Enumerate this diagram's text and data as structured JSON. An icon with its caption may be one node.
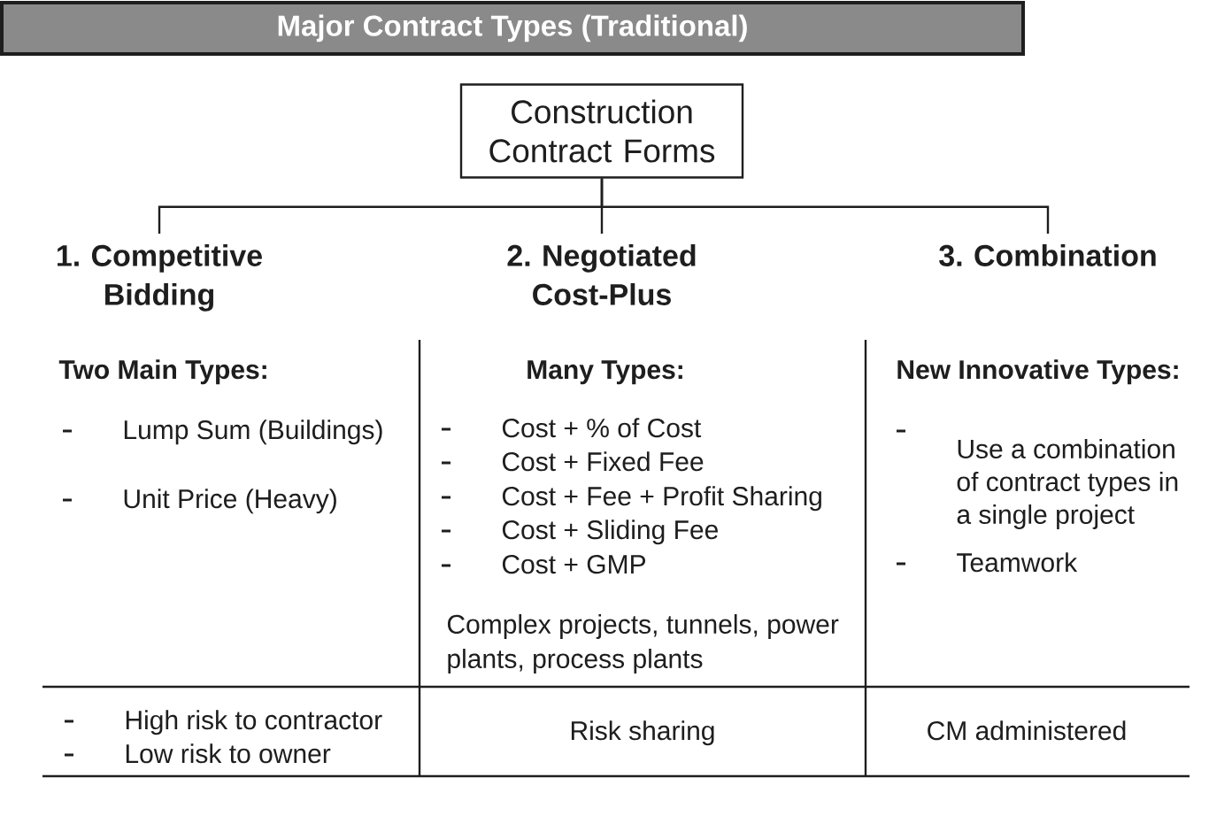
{
  "diagram": {
    "title": "Major Contract Types (Traditional)",
    "nodes": [
      {
        "text": [
          "Construction Contract Forms"
        ]
      },
      {
        "text": [
          "1. Competitive Bidding"
        ]
      },
      {
        "text": [
          "2. Negotiated Cost-Plus"
        ]
      },
      {
        "text": [
          "3. Combination"
        ]
      }
    ],
    "edges": [
      {
        "from": 0,
        "to": 1,
        "arrow": "none"
      },
      {
        "from": 0,
        "to": 2,
        "arrow": "none"
      },
      {
        "from": 0,
        "to": 3,
        "arrow": "none"
      }
    ],
    "labels": [
      "Two Main Types:",
      "Lump Sum (Buildings)",
      "Unit Price (Heavy)",
      "Many Types:",
      "Cost + % of Cost",
      "Cost + Fixed Fee",
      "Cost + Fee + Profit Sharing",
      "Cost + Sliding Fee",
      "Cost + GMP",
      "Complex projects, tunnels, power plants, process plants",
      "New Innovative Types:",
      "Use a combination of contract types in a single project",
      "Teamwork",
      "High risk to contractor",
      "Low risk to owner",
      "Risk sharing",
      "CM administered"
    ]
  }
}
